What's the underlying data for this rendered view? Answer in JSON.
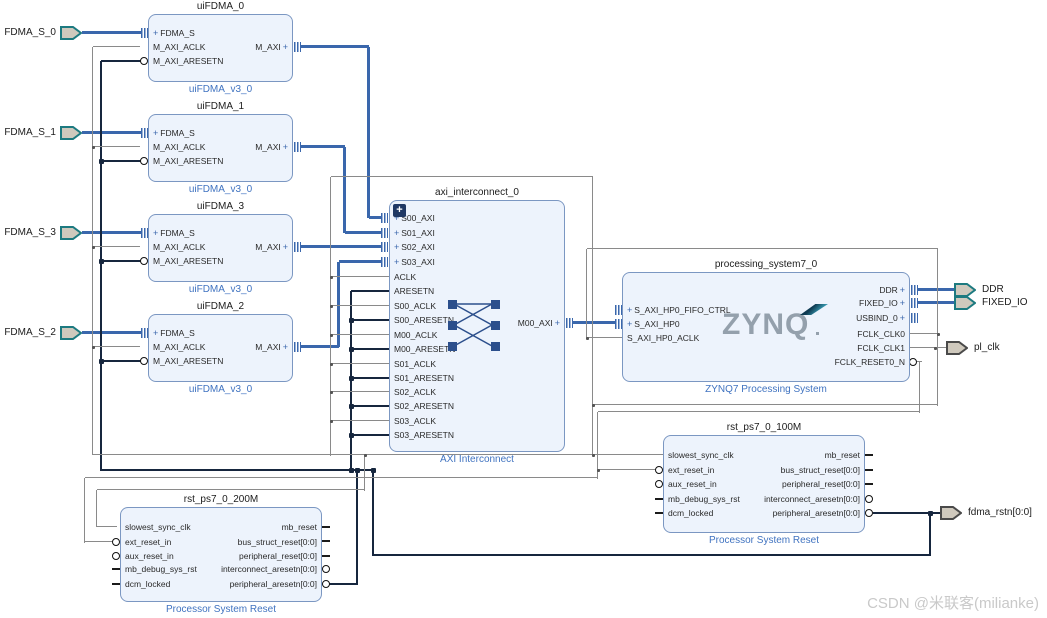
{
  "watermark": "CSDN @米联客(milianke)",
  "icons": {
    "plus": "+",
    "expand_plus": "+",
    "zynq_logo": "ZYNQ",
    "crossbar": "axi-crossbar-icon"
  },
  "colors": {
    "interface_wire": "#3a67ac",
    "reset_wire": "#16263e",
    "clock_wire": "#8a8a8a",
    "block_fill": "#edf3fc",
    "block_border": "#7b97c2",
    "label_blue": "#4073c0",
    "iface_port_border": "#1d7a80",
    "plain_port_border": "#4a4a4a",
    "port_fill": "#cfc9bd"
  },
  "ports": [
    {
      "id": "p0",
      "label": "FDMA_S_0",
      "side": "left",
      "kind": "iface"
    },
    {
      "id": "p1",
      "label": "FDMA_S_1",
      "side": "left",
      "kind": "iface"
    },
    {
      "id": "p2",
      "label": "FDMA_S_3",
      "side": "left",
      "kind": "iface"
    },
    {
      "id": "p3",
      "label": "FDMA_S_2",
      "side": "left",
      "kind": "iface"
    },
    {
      "id": "p4",
      "label": "DDR",
      "side": "right",
      "kind": "iface"
    },
    {
      "id": "p5",
      "label": "FIXED_IO",
      "side": "right",
      "kind": "iface"
    },
    {
      "id": "p6",
      "label": "pl_clk",
      "side": "right",
      "kind": "plain"
    },
    {
      "id": "p7",
      "label": "fdma_rstn[0:0]",
      "side": "right",
      "kind": "plain"
    }
  ],
  "blocks": [
    {
      "id": "u0",
      "title": "uiFDMA_0",
      "subtitle": "uiFDMA_v3_0",
      "left": [
        {
          "label": "FDMA_S",
          "kind": "iface"
        },
        {
          "label": "M_AXI_ACLK",
          "kind": "plain"
        },
        {
          "label": "M_AXI_ARESETN",
          "kind": "low"
        }
      ],
      "right": [
        {
          "label": "M_AXI",
          "kind": "iface"
        }
      ]
    },
    {
      "id": "u1",
      "title": "uiFDMA_1",
      "subtitle": "uiFDMA_v3_0",
      "left": [
        {
          "label": "FDMA_S",
          "kind": "iface"
        },
        {
          "label": "M_AXI_ACLK",
          "kind": "plain"
        },
        {
          "label": "M_AXI_ARESETN",
          "kind": "low"
        }
      ],
      "right": [
        {
          "label": "M_AXI",
          "kind": "iface"
        }
      ]
    },
    {
      "id": "u3",
      "title": "uiFDMA_3",
      "subtitle": "uiFDMA_v3_0",
      "left": [
        {
          "label": "FDMA_S",
          "kind": "iface"
        },
        {
          "label": "M_AXI_ACLK",
          "kind": "plain"
        },
        {
          "label": "M_AXI_ARESETN",
          "kind": "low"
        }
      ],
      "right": [
        {
          "label": "M_AXI",
          "kind": "iface"
        }
      ]
    },
    {
      "id": "u2",
      "title": "uiFDMA_2",
      "subtitle": "uiFDMA_v3_0",
      "left": [
        {
          "label": "FDMA_S",
          "kind": "iface"
        },
        {
          "label": "M_AXI_ACLK",
          "kind": "plain"
        },
        {
          "label": "M_AXI_ARESETN",
          "kind": "low"
        }
      ],
      "right": [
        {
          "label": "M_AXI",
          "kind": "iface"
        }
      ]
    },
    {
      "id": "ic",
      "title": "axi_interconnect_0",
      "subtitle": "AXI Interconnect",
      "left": [
        {
          "label": "S00_AXI",
          "kind": "iface"
        },
        {
          "label": "S01_AXI",
          "kind": "iface"
        },
        {
          "label": "S02_AXI",
          "kind": "iface"
        },
        {
          "label": "S03_AXI",
          "kind": "iface"
        },
        {
          "label": "ACLK",
          "kind": "plain"
        },
        {
          "label": "ARESETN",
          "kind": "plain"
        },
        {
          "label": "S00_ACLK",
          "kind": "plain"
        },
        {
          "label": "S00_ARESETN",
          "kind": "plain"
        },
        {
          "label": "M00_ACLK",
          "kind": "plain"
        },
        {
          "label": "M00_ARESETN",
          "kind": "plain"
        },
        {
          "label": "S01_ACLK",
          "kind": "plain"
        },
        {
          "label": "S01_ARESETN",
          "kind": "plain"
        },
        {
          "label": "S02_ACLK",
          "kind": "plain"
        },
        {
          "label": "S02_ARESETN",
          "kind": "plain"
        },
        {
          "label": "S03_ACLK",
          "kind": "plain"
        },
        {
          "label": "S03_ARESETN",
          "kind": "plain"
        }
      ],
      "right": [
        {
          "label": "M00_AXI",
          "kind": "iface"
        }
      ]
    },
    {
      "id": "ps",
      "title": "processing_system7_0",
      "subtitle": "ZYNQ7 Processing System",
      "left": [
        {
          "label": "S_AXI_HP0_FIFO_CTRL",
          "kind": "iface"
        },
        {
          "label": "S_AXI_HP0",
          "kind": "iface"
        },
        {
          "label": "S_AXI_HP0_ACLK",
          "kind": "plain"
        }
      ],
      "right": [
        {
          "label": "DDR",
          "kind": "iface"
        },
        {
          "label": "FIXED_IO",
          "kind": "iface"
        },
        {
          "label": "USBIND_0",
          "kind": "iface"
        },
        {
          "label": "FCLK_CLK0",
          "kind": "plain"
        },
        {
          "label": "FCLK_CLK1",
          "kind": "plain"
        },
        {
          "label": "FCLK_RESET0_N",
          "kind": "low"
        }
      ]
    },
    {
      "id": "r1",
      "title": "rst_ps7_0_100M",
      "subtitle": "Processor System Reset",
      "left": [
        {
          "label": "slowest_sync_clk",
          "kind": "plain"
        },
        {
          "label": "ext_reset_in",
          "kind": "low"
        },
        {
          "label": "aux_reset_in",
          "kind": "low"
        },
        {
          "label": "mb_debug_sys_rst",
          "kind": "plain"
        },
        {
          "label": "dcm_locked",
          "kind": "plain"
        }
      ],
      "right": [
        {
          "label": "mb_reset",
          "kind": "plain"
        },
        {
          "label": "bus_struct_reset[0:0]",
          "kind": "plain"
        },
        {
          "label": "peripheral_reset[0:0]",
          "kind": "plain"
        },
        {
          "label": "interconnect_aresetn[0:0]",
          "kind": "low"
        },
        {
          "label": "peripheral_aresetn[0:0]",
          "kind": "low"
        }
      ]
    },
    {
      "id": "r2",
      "title": "rst_ps7_0_200M",
      "subtitle": "Processor System Reset",
      "left": [
        {
          "label": "slowest_sync_clk",
          "kind": "plain"
        },
        {
          "label": "ext_reset_in",
          "kind": "low"
        },
        {
          "label": "aux_reset_in",
          "kind": "low"
        },
        {
          "label": "mb_debug_sys_rst",
          "kind": "plain"
        },
        {
          "label": "dcm_locked",
          "kind": "plain"
        }
      ],
      "right": [
        {
          "label": "mb_reset",
          "kind": "plain"
        },
        {
          "label": "bus_struct_reset[0:0]",
          "kind": "plain"
        },
        {
          "label": "peripheral_reset[0:0]",
          "kind": "plain"
        },
        {
          "label": "interconnect_aresetn[0:0]",
          "kind": "low"
        },
        {
          "label": "peripheral_aresetn[0:0]",
          "kind": "low"
        }
      ]
    }
  ]
}
